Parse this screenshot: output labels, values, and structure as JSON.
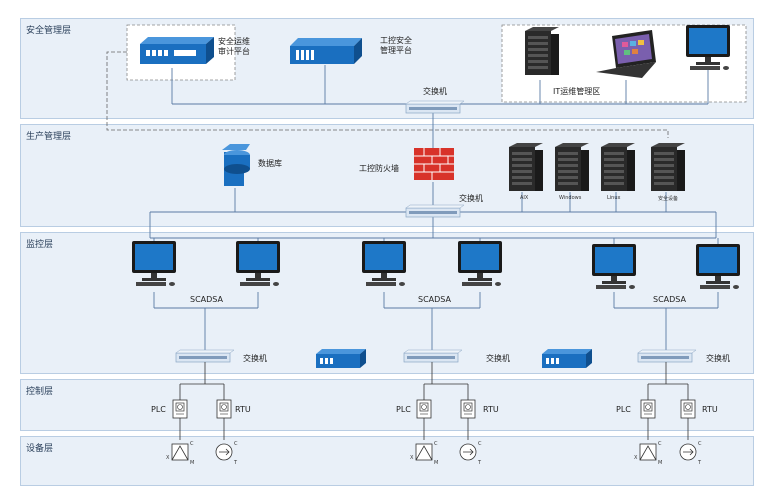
{
  "layers": {
    "security": "安全管理层",
    "production": "生产管理层",
    "monitoring": "监控层",
    "control": "控制层",
    "device": "设备层"
  },
  "security": {
    "audit_platform": "安全运维\n审计平台",
    "ics_platform": "工控安全\n管理平台",
    "it_zone": "IT运维管理区",
    "switch": "交换机"
  },
  "production": {
    "database": "数据库",
    "firewall": "工控防火墙",
    "switch": "交换机",
    "servers": [
      "AIX",
      "Windows",
      "Linux",
      "安全设备"
    ]
  },
  "monitoring": {
    "scada": "SCADSA",
    "switch": "交换机"
  },
  "control": {
    "plc": "PLC",
    "rtu": "RTU"
  },
  "device": {
    "marks": [
      "C",
      "X",
      "M",
      "C",
      "T"
    ]
  }
}
